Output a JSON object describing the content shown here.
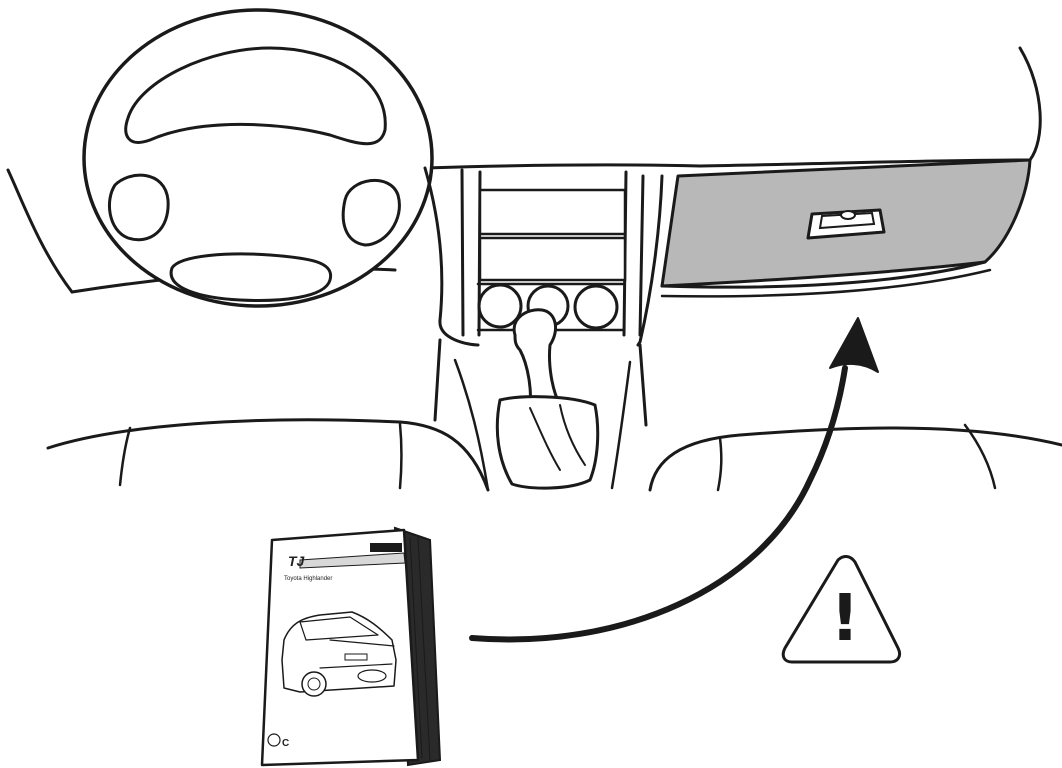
{
  "scene": {
    "name": "car-interior-glovebox-diagram",
    "highlight_color": "#b8b8b8",
    "ink_color": "#1a1a1a",
    "background_color": "#ffffff"
  },
  "manual": {
    "brand_mark": "TJ",
    "header_label": "",
    "subheader_label": "",
    "title": "Toyota Highlander",
    "side_text": ""
  },
  "warning": {
    "icon": "warning-triangle-icon",
    "symbol": "!"
  },
  "arrow": {
    "icon": "curved-arrow-icon"
  }
}
